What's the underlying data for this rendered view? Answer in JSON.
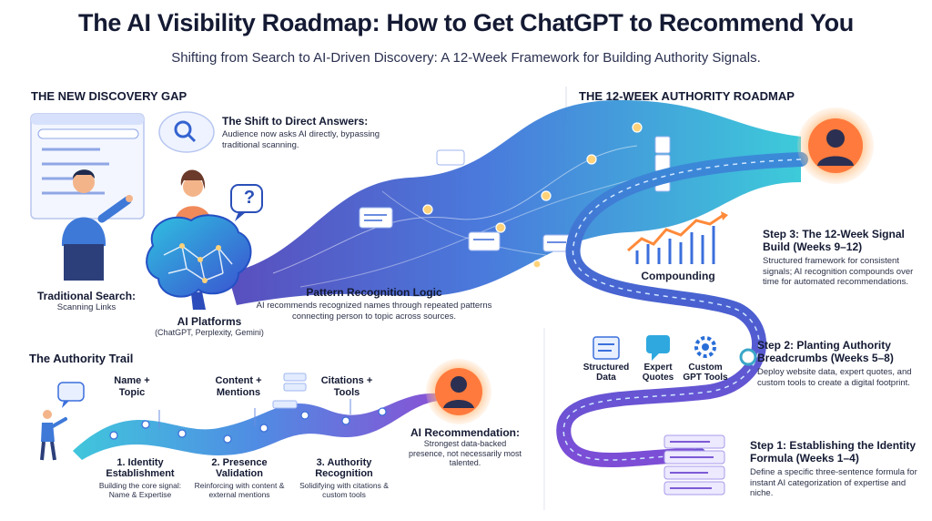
{
  "title": "The AI Visibility Roadmap: How to Get ChatGPT to Recommend You",
  "subtitle": "Shifting from Search to AI-Driven Discovery: A 12-Week Framework for Building Authority Signals.",
  "discovery_gap": {
    "heading": "THE NEW DISCOVERY GAP",
    "shift": {
      "heading": "The Shift to Direct Answers:",
      "body": "Audience now asks AI directly, bypassing traditional scanning."
    },
    "traditional": {
      "heading": "Traditional Search:",
      "body": "Scanning Links"
    },
    "ai_platforms": {
      "heading": "AI Platforms",
      "body": "(ChatGPT, Perplexity, Gemini)"
    },
    "pattern": {
      "heading": "Pattern Recognition Logic",
      "body": "AI recommends recognized names through repeated patterns connecting person to topic across sources."
    }
  },
  "authority_trail": {
    "heading": "The Authority Trail",
    "labels": [
      "Name + Topic",
      "Content + Mentions",
      "Citations + Tools"
    ],
    "stages": [
      {
        "title": "1. Identity Establishment",
        "body": "Building the core signal: Name & Expertise"
      },
      {
        "title": "2. Presence Validation",
        "body": "Reinforcing with content & external mentions"
      },
      {
        "title": "3. Authority Recognition",
        "body": "Solidifying with citations & custom tools"
      }
    ],
    "recommendation": {
      "heading": "AI Recommendation:",
      "body": "Strongest data-backed presence, not necessarily most talented."
    }
  },
  "roadmap": {
    "heading": "THE 12-WEEK AUTHORITY ROADMAP",
    "compounding": "Compounding",
    "step2_icons": [
      "Structured Data",
      "Expert Quotes",
      "Custom GPT Tools"
    ],
    "steps": [
      {
        "heading": "Step 1: Establishing the Identity Formula (Weeks 1–4)",
        "body": "Define a specific three-sentence formula for instant AI categorization of expertise and niche."
      },
      {
        "heading": "Step 2: Planting Authority Breadcrumbs (Weeks 5–8)",
        "body": "Deploy website data, expert quotes, and custom tools to create a digital footprint."
      },
      {
        "heading": "Step 3: The 12-Week Signal Build (Weeks 9–12)",
        "body": "Structured framework for consistent signals; AI recognition compounds over time for automated recommendations."
      }
    ]
  },
  "colors": {
    "ribbon_start": "#4b3fb8",
    "ribbon_end": "#2cc6d6",
    "accent_orange": "#ff7a3c",
    "text_dark": "#141a33"
  },
  "icons": [
    "search-icon",
    "question-mark-icon",
    "brain-icon",
    "chat-bubble-icon",
    "document-icon",
    "gear-icon",
    "growth-chart-icon",
    "avatar-icon"
  ]
}
